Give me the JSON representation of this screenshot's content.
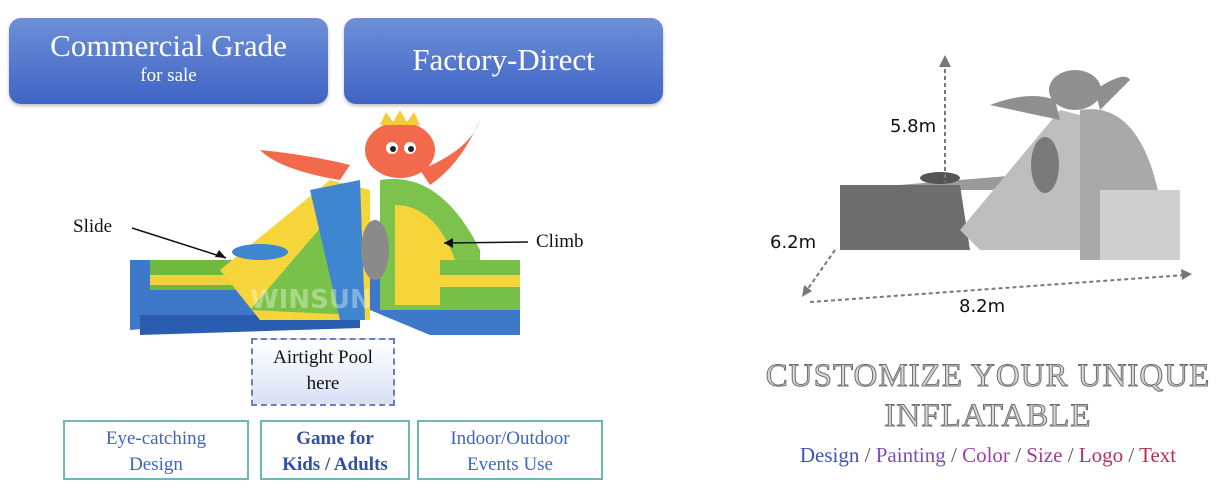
{
  "badges": {
    "commercial": {
      "title": "Commercial Grade",
      "subtitle": "for sale"
    },
    "factory": {
      "title": "Factory-Direct"
    }
  },
  "product_labels": {
    "slide": "Slide",
    "climb": "Climb",
    "pool_line1": "Airtight Pool",
    "pool_line2": "here",
    "brand_watermark": "WINSUN"
  },
  "features": [
    {
      "line1": "Eye-catching",
      "line2": "Design"
    },
    {
      "line1": "Game for",
      "line2": "Kids / Adults"
    },
    {
      "line1": "Indoor/Outdoor",
      "line2": "Events Use"
    }
  ],
  "dimensions": {
    "height": "5.8m",
    "width": "6.2m",
    "length": "8.2m"
  },
  "cta": {
    "line1": "CUSTOMIZE YOUR UNIQUE",
    "line2": "INFLATABLE"
  },
  "options": [
    {
      "text": "Design",
      "color": "#3f55b0"
    },
    {
      "text": "Painting",
      "color": "#7a4fb5"
    },
    {
      "text": "Color",
      "color": "#9c3fa8"
    },
    {
      "text": "Size",
      "color": "#a33a8f"
    },
    {
      "text": "Logo",
      "color": "#b0336e"
    },
    {
      "text": "Text",
      "color": "#b52e4e"
    }
  ],
  "colors": {
    "badge": "#4a6dca",
    "feature_border": "#6bb9b3",
    "feature_text": "#3f64c4"
  }
}
